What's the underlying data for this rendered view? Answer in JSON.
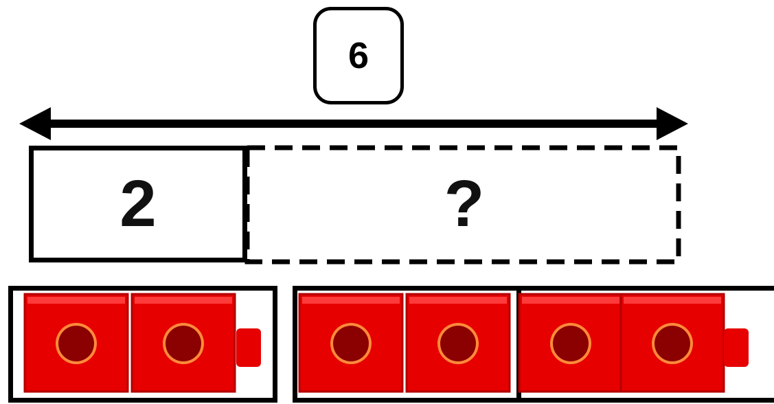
{
  "total": {
    "value": "6"
  },
  "bar": {
    "known_part": "2",
    "unknown_part": "?"
  },
  "cubes": {
    "group_known_count": 2,
    "group_unknown_count": 4,
    "color": "#e60000"
  },
  "colors": {
    "outline": "#000000",
    "cube_red": "#e60000",
    "cube_dark": "#8b0000"
  }
}
